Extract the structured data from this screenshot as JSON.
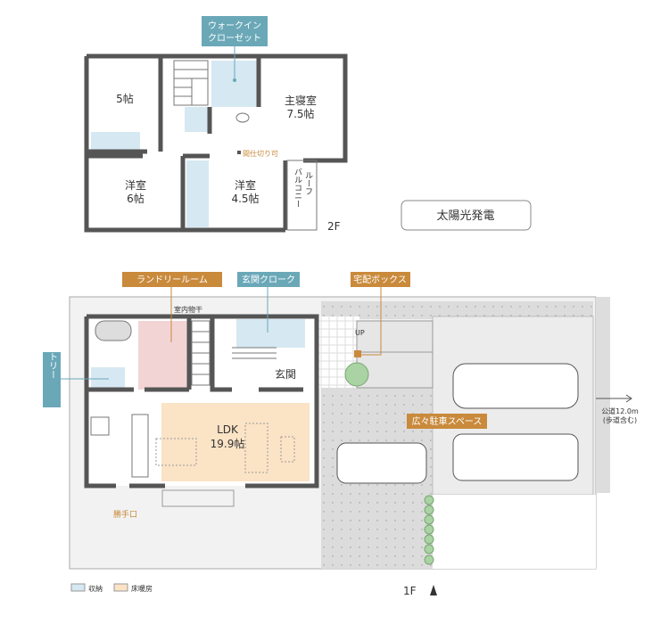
{
  "floor2": {
    "label": "2F",
    "rooms": {
      "room5": "5帖",
      "master_name": "主寝室",
      "master_size": "7.5帖",
      "western6_name": "洋室",
      "western6_size": "6帖",
      "western45_name": "洋室",
      "western45_size": "4.5帖",
      "balcony_a": "ルーフ",
      "balcony_b": "バルコニー"
    },
    "callouts": {
      "wic_1": "ウォークイン",
      "wic_2": "クローゼット",
      "partition": "間仕切り可"
    },
    "solar": "太陽光発電"
  },
  "floor1": {
    "label": "1F",
    "rooms": {
      "ldk_name": "LDK",
      "ldk_size": "19.9帖",
      "entrance": "玄関",
      "indoor_dry": "室内物干",
      "back_door": "勝手口",
      "up": "UP"
    },
    "callouts": {
      "laundry": "ランドリールーム",
      "cloak": "玄関クローク",
      "delivery_box": "宅配ボックス",
      "pantry": "パントリー",
      "parking": "広々駐車スペース"
    },
    "road_1": "公道12.0m",
    "road_2": "(歩道含む)"
  },
  "legend": {
    "storage": "収納",
    "floor_heating": "床暖房"
  },
  "colors": {
    "storage": "#d6e8f2",
    "floor_heating": "#fbe3c6",
    "laundry": "#f3d4d4",
    "teal": "#6aa8b8",
    "orange": "#c98a3c"
  }
}
